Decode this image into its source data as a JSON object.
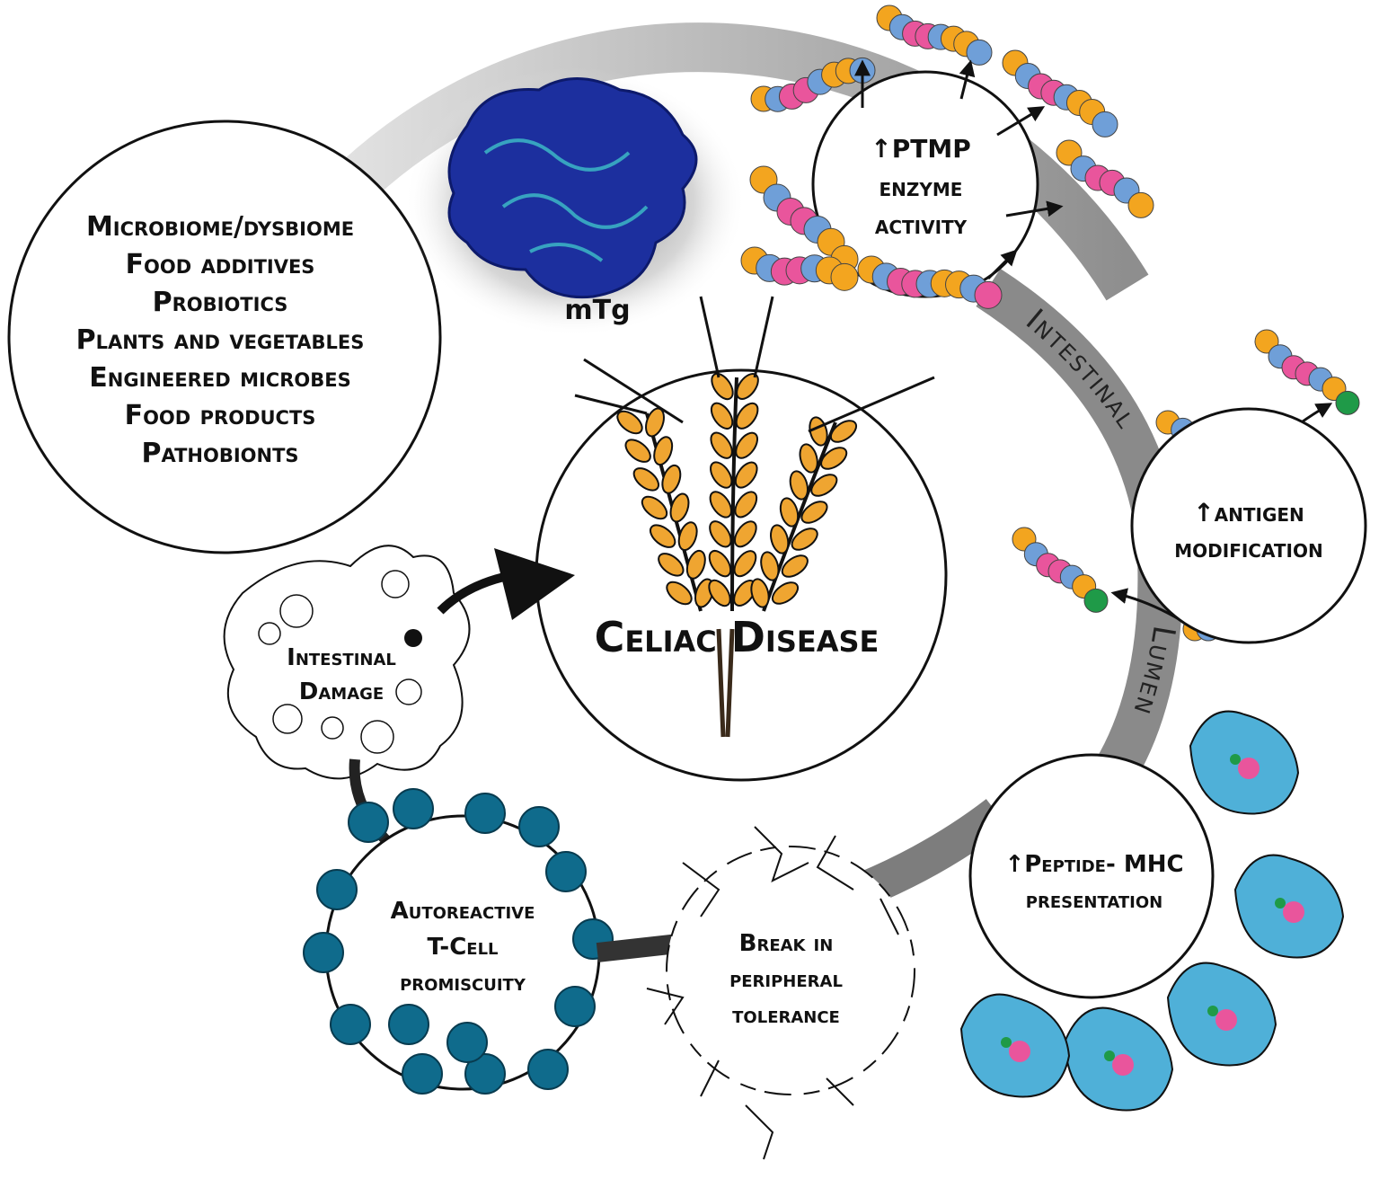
{
  "sources": {
    "lines": [
      "Microbiome/dysbiome",
      "Food additives",
      "Probiotics",
      "Plants and vegetables",
      "Engineered microbes",
      "Food products",
      "Pathobionts"
    ]
  },
  "enzyme": {
    "label": "mTg"
  },
  "ptmp": {
    "line1": "↑PTMP",
    "line2": "enzyme",
    "line3": "activity"
  },
  "lumen": {
    "word1": "Intestinal",
    "word2": "Lumen"
  },
  "antigen": {
    "line1": "↑antigen",
    "line2": "modification"
  },
  "mhc": {
    "line1": "↑Peptide- MHC",
    "line2": "presentation"
  },
  "tolerance": {
    "line1": "Break in",
    "line2": "peripheral",
    "line3": "tolerance"
  },
  "tcell": {
    "line1": "Autoreactive",
    "line2": "T-Cell",
    "line3": "promiscuity"
  },
  "damage": {
    "line1": "Intestinal",
    "line2": "Damage"
  },
  "center": {
    "title": "Celiac Disease"
  },
  "colors": {
    "bead_pink": "#e9559c",
    "bead_blue": "#6f9fd8",
    "bead_orange": "#f3a51f",
    "bead_green": "#1f9a48",
    "enzyme_blue": "#1c2f9e",
    "mhc_blue": "#4fb0d8",
    "tcell_teal": "#0f6b8c",
    "wheat": "#efa531",
    "band_gray": "#8c8c8c"
  }
}
